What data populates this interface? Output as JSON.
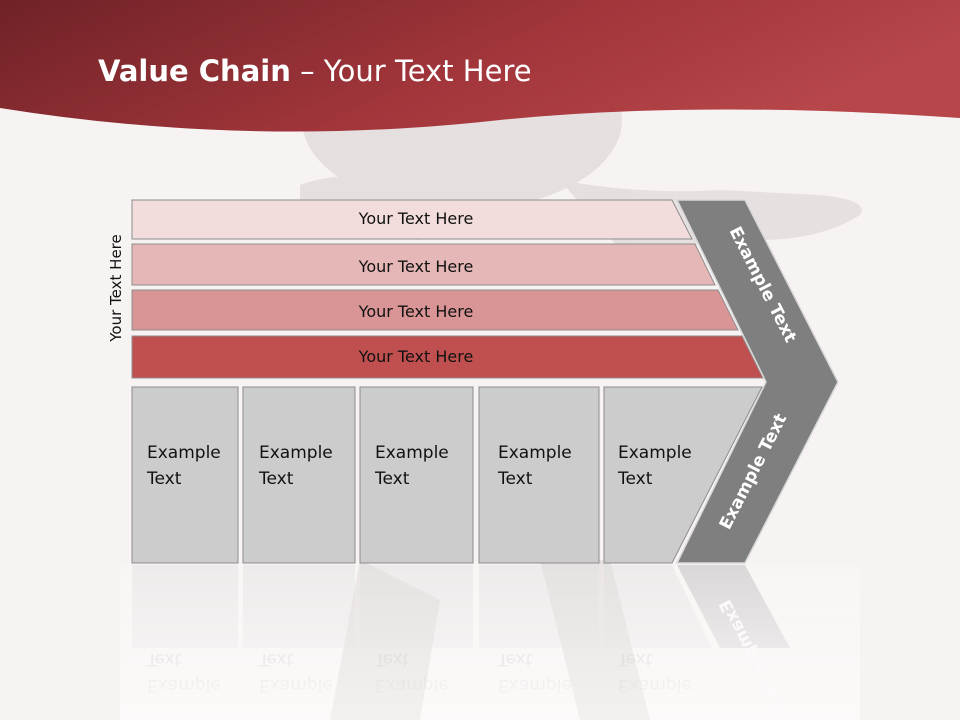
{
  "title": {
    "bold": "Value Chain",
    "rest": " – Your Text Here"
  },
  "side_label": "Your Text Here",
  "bars": [
    {
      "label": "Your Text Here",
      "color": "#f2dcdc"
    },
    {
      "label": "Your Text Here",
      "color": "#e6b7b7"
    },
    {
      "label": "Your Text Here",
      "color": "#d99595"
    },
    {
      "label": "Your Text Here",
      "color": "#c0504f"
    }
  ],
  "boxes": [
    {
      "line1": "Example",
      "line2": "Text"
    },
    {
      "line1": "Example",
      "line2": "Text"
    },
    {
      "line1": "Example",
      "line2": "Text"
    },
    {
      "line1": "Example",
      "line2": "Text"
    },
    {
      "line1": "Example",
      "line2": "Text"
    }
  ],
  "chevron": {
    "upper_label": "Example Text",
    "lower_label": "Example Text",
    "color": "#7f7f7f"
  },
  "colors": {
    "header": "#a2363b",
    "box_fill": "#cccccc",
    "box_stroke": "#8c8c8c"
  }
}
